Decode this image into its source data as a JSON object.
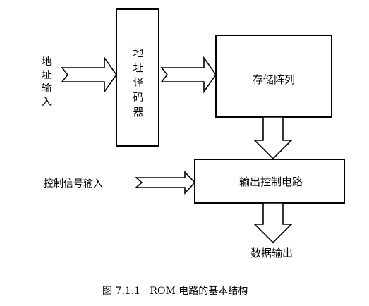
{
  "diagram": {
    "address_input_label": [
      "地",
      "址",
      "输",
      "入"
    ],
    "decoder_label": [
      "地",
      "址",
      "译",
      "码",
      "器"
    ],
    "memory_array_label": "存储阵列",
    "output_control_label": "输出控制电路",
    "control_signal_label": "控制信号输入",
    "data_output_label": "数据输出",
    "caption": "图 7.1.1   ROM 电路的基本结构"
  }
}
